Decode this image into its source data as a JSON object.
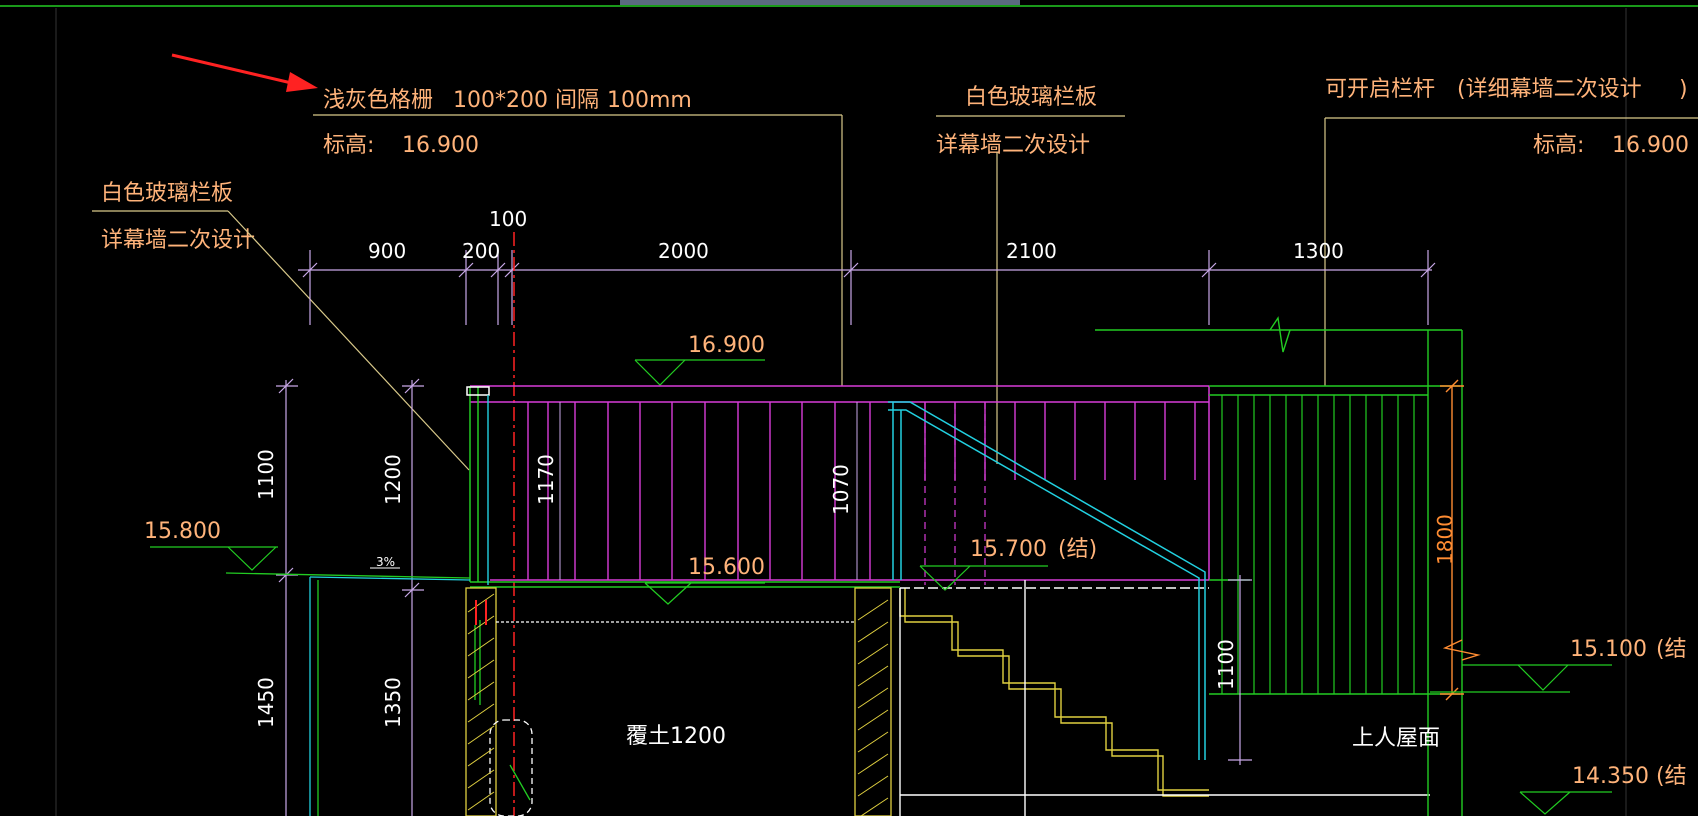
{
  "colors": {
    "background": "#000000",
    "annotation_text": "#ffb37a",
    "dimension": "#c9a8e8",
    "leader": "#d9c98a",
    "magenta": "#d83cd8",
    "green": "#22cc22",
    "cyan": "#22d0e0",
    "yellow": "#e0d040",
    "white": "#ffffff",
    "red_arrow": "#ff2222",
    "orange": "#ff8c32"
  },
  "annotations": {
    "grille": "浅灰色格栅",
    "grille_size": "100*200",
    "grille_gap_label": "间隔",
    "grille_gap": "100mm",
    "elev_label_left": "标高:",
    "elev_value_left": "16.900",
    "glass_panel_top": "白色玻璃栏板",
    "glass_panel_top_note": "详幕墙二次设计",
    "glass_panel_left": "白色玻璃栏板",
    "glass_panel_left_note": "详幕墙二次设计",
    "openable_railing": "可开启栏杆",
    "openable_railing_note": "(详细幕墙二次设计",
    "openable_railing_close": ")",
    "elev_label_right": "标高:",
    "elev_value_right": "16.900",
    "soil_cover": "覆土1200",
    "roof_access": "上人屋面",
    "slope": "3%"
  },
  "dimensions": {
    "top_small": "100",
    "d900": "900",
    "d200": "200",
    "d2000": "2000",
    "d2100": "2100",
    "d1300": "1300",
    "v1100_left": "1100",
    "v1200": "1200",
    "v1450": "1450",
    "v1350": "1350",
    "v1170": "1170",
    "v1070": "1070",
    "v1800": "1800",
    "v1100_right": "1100"
  },
  "levels": {
    "l16900": "16.900",
    "l15800": "15.800",
    "l15600": "15.600",
    "l15700": "15.700",
    "l15700_note": "(结)",
    "l15100": "15.100",
    "l15100_note": "(结",
    "l14350": "14.350",
    "l14350_note": "(结"
  }
}
